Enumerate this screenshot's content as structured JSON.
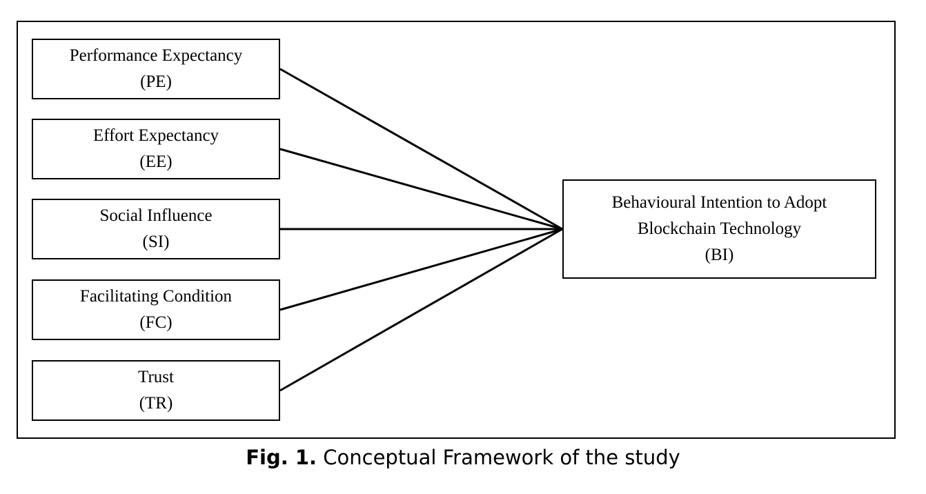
{
  "diagram": {
    "nodes": [
      {
        "id": "pe",
        "line1": "Performance Expectancy",
        "line2": "(PE)"
      },
      {
        "id": "ee",
        "line1": "Effort Expectancy",
        "line2": "(EE)"
      },
      {
        "id": "si",
        "line1": "Social Influence",
        "line2": "(SI)"
      },
      {
        "id": "fc",
        "line1": "Facilitating Condition",
        "line2": "(FC)"
      },
      {
        "id": "tr",
        "line1": "Trust",
        "line2": "(TR)"
      }
    ],
    "target": {
      "id": "bi",
      "line1": "Behavioural Intention to Adopt",
      "line2": "Blockchain Technology",
      "line3": "(BI)"
    },
    "edges": [
      {
        "from": "pe",
        "to": "bi"
      },
      {
        "from": "ee",
        "to": "bi"
      },
      {
        "from": "si",
        "to": "bi"
      },
      {
        "from": "fc",
        "to": "bi"
      },
      {
        "from": "tr",
        "to": "bi"
      }
    ]
  },
  "caption": {
    "label": "Fig. 1.",
    "text": " Conceptual Framework of the study"
  }
}
